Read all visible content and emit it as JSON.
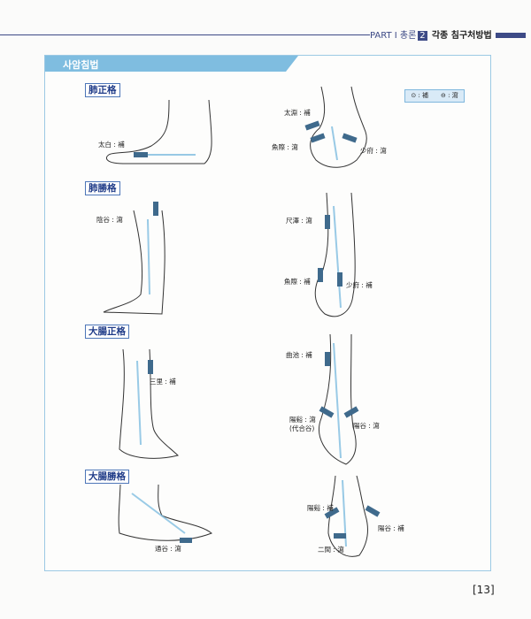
{
  "header": {
    "part": "PART I",
    "section_prefix": "총론",
    "section_num": "2",
    "section_title": "각종 침구처방법"
  },
  "panel": {
    "title": "사암침법"
  },
  "legend": {
    "text": "⊙ : 補　　⊖ : 瀉"
  },
  "sections": [
    {
      "title": "肺正格",
      "left_label": "太白 : 補",
      "right_labels": [
        "太淵 : 補",
        "魚際 : 瀉",
        "少府 : 瀉"
      ]
    },
    {
      "title": "肺勝格",
      "left_label": "陰谷 : 瀉",
      "right_labels": [
        "尺澤 : 瀉",
        "魚際 : 補",
        "少府 : 補"
      ]
    },
    {
      "title": "大腸正格",
      "left_label": "三里 : 補",
      "right_labels": [
        "曲池 : 補",
        "陽谿 : 瀉",
        "(代合谷)",
        "陽谷 : 瀉"
      ]
    },
    {
      "title": "大腸勝格",
      "left_label": "通谷 : 瀉",
      "right_labels": [
        "陽谿 : 補",
        "陽谷 : 補",
        "二間 : 瀉"
      ]
    }
  ],
  "page_number": "[13]"
}
